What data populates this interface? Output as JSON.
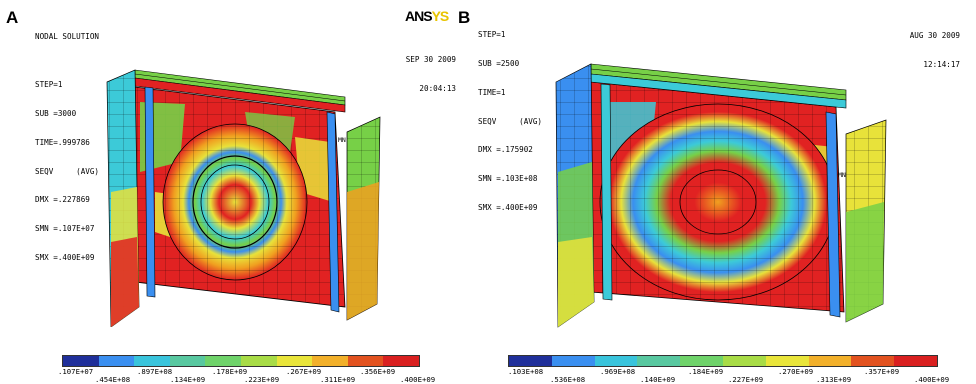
{
  "panels": [
    {
      "letter": "A",
      "info_lines": [
        "NODAL SOLUTION",
        "",
        "STEP=1",
        "SUB =3000",
        "TIME=.999786",
        "SEQV     (AVG)",
        "DMX =.227869",
        "SMN =.107E+07",
        "SMX =.400E+09"
      ],
      "logo_dark": "ANS",
      "logo_light": "YS",
      "date": "SEP 30 2009",
      "time": "20:04:13",
      "mn_label": "MN",
      "legend_top": [
        ".107E+07",
        ".897E+08",
        ".178E+09",
        ".267E+09",
        ".356E+09"
      ],
      "legend_bottom": [
        ".454E+08",
        ".134E+09",
        ".223E+09",
        ".311E+09",
        ".400E+09"
      ]
    },
    {
      "letter": "B",
      "info_lines": [
        "STEP=1",
        "SUB =2500",
        "TIME=1",
        "SEQV     (AVG)",
        "DMX =.175902",
        "SMN =.103E+08",
        "SMX =.400E+09"
      ],
      "date": "AUG 30 2009",
      "time": "12:14:17",
      "mn_label": "MN",
      "legend_top": [
        ".103E+08",
        ".969E+08",
        ".184E+09",
        ".270E+09",
        ".357E+09"
      ],
      "legend_bottom": [
        ".536E+08",
        ".140E+09",
        ".227E+09",
        ".313E+09",
        ".400E+09"
      ]
    }
  ],
  "colors": {
    "legend": [
      "#1f2f9a",
      "#3a8ff0",
      "#39c4dc",
      "#58c8a0",
      "#6fd36a",
      "#a8dc46",
      "#e9e53a",
      "#f2b02a",
      "#e2521f",
      "#d92020"
    ],
    "red": "#e12222",
    "orange": "#f0a020",
    "yellow": "#e8e23a",
    "green": "#77d047",
    "cyan": "#3ccad8",
    "blue": "#3a8ff0"
  }
}
